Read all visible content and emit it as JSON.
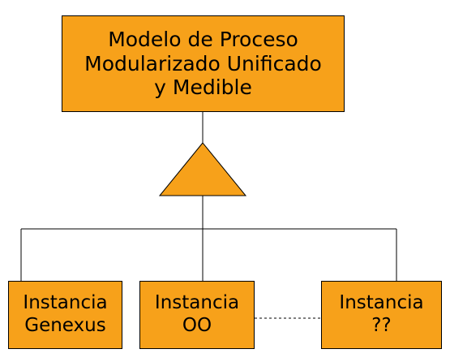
{
  "diagram": {
    "root": {
      "label": "Modelo de Proceso\nModularizado Unificado\ny Medible"
    },
    "relation": {
      "symbol": "generalization-triangle-icon"
    },
    "children": [
      {
        "label": "Instancia\nGenexus"
      },
      {
        "label": "Instancia\nOO"
      },
      {
        "label": "Instancia\n??"
      }
    ]
  },
  "colors": {
    "box_fill": "#f7a11a",
    "stroke": "#000000"
  }
}
